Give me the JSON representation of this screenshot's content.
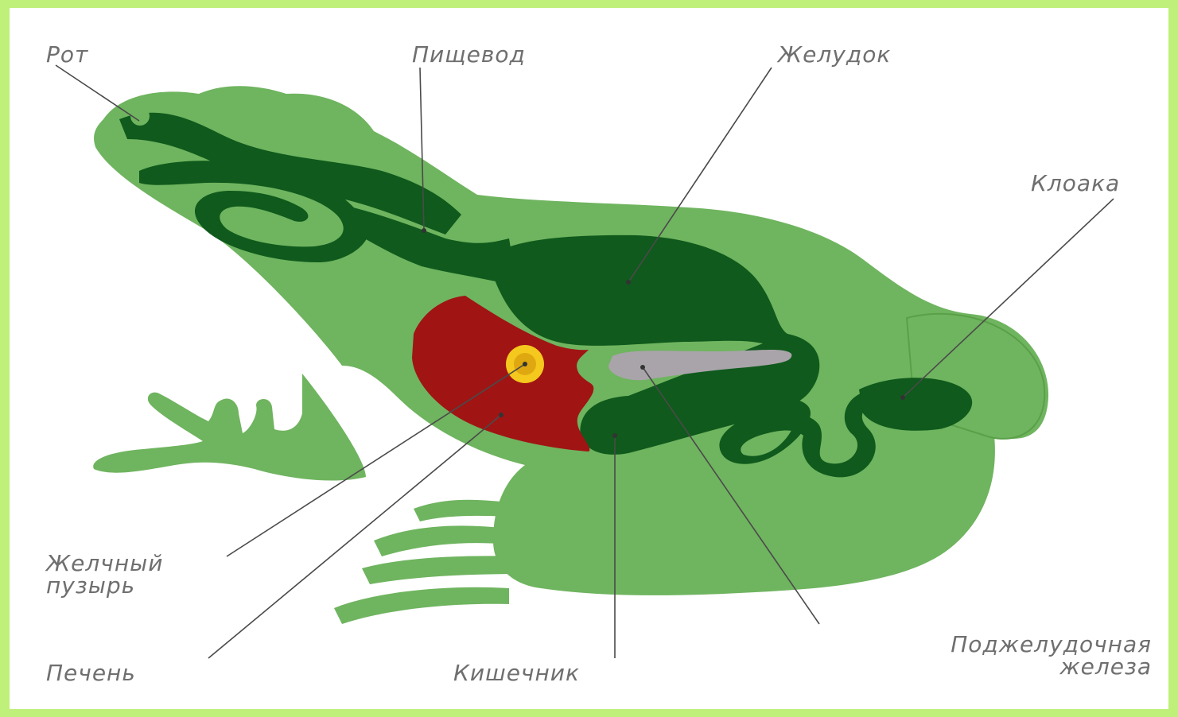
{
  "diagram": {
    "colors": {
      "background_border": "#bff07a",
      "body": "#6fb45f",
      "digestive_tract": "#0f5a1c",
      "liver": "#a01414",
      "gallbladder": "#f5c81e",
      "pancreas": "#a9a4aa"
    },
    "labels": {
      "mouth": "Рот",
      "esophagus": "Пищевод",
      "stomach": "Желудок",
      "cloaca": "Клоака",
      "gallbladder_line1": "Желчный",
      "gallbladder_line2": "пузырь",
      "liver": "Печень",
      "intestine": "Кишечник",
      "pancreas_line1": "Поджелудочная",
      "pancreas_line2": "железа"
    }
  }
}
